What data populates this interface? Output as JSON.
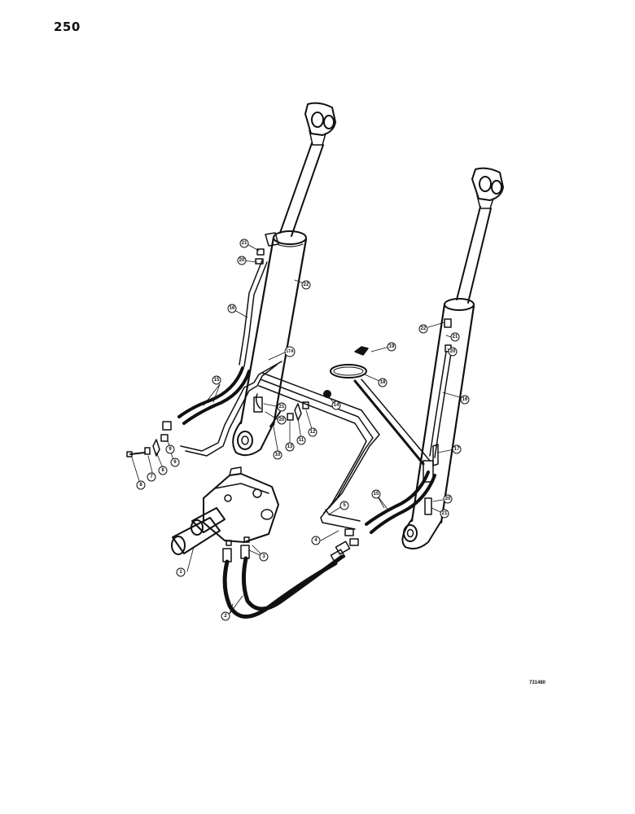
{
  "page_number": "250",
  "figure_code": "731480",
  "callouts": [
    {
      "id": "c1",
      "label": "1"
    },
    {
      "id": "c2",
      "label": "2"
    },
    {
      "id": "c3",
      "label": "3"
    },
    {
      "id": "c4",
      "label": "4"
    },
    {
      "id": "c5",
      "label": "5"
    },
    {
      "id": "c6",
      "label": "6"
    },
    {
      "id": "c7",
      "label": "7"
    },
    {
      "id": "c8a",
      "label": "8"
    },
    {
      "id": "c8b",
      "label": "8"
    },
    {
      "id": "c9",
      "label": "9"
    },
    {
      "id": "c10",
      "label": "10"
    },
    {
      "id": "c11",
      "label": "11"
    },
    {
      "id": "c12",
      "label": "12"
    },
    {
      "id": "c13",
      "label": "13"
    },
    {
      "id": "c14",
      "label": "14"
    },
    {
      "id": "c15a",
      "label": "15"
    },
    {
      "id": "c15b",
      "label": "15"
    },
    {
      "id": "c16a",
      "label": "16"
    },
    {
      "id": "c16b",
      "label": "16"
    },
    {
      "id": "c17",
      "label": "17"
    },
    {
      "id": "c17a",
      "label": "17A"
    },
    {
      "id": "c18",
      "label": "18"
    },
    {
      "id": "c19",
      "label": "19"
    },
    {
      "id": "c20a",
      "label": "20"
    },
    {
      "id": "c20b",
      "label": "20"
    },
    {
      "id": "c20c",
      "label": "20"
    },
    {
      "id": "c20d",
      "label": "20"
    },
    {
      "id": "c21a",
      "label": "21"
    },
    {
      "id": "c21b",
      "label": "21"
    },
    {
      "id": "c21c",
      "label": "21"
    },
    {
      "id": "c21d",
      "label": "21"
    },
    {
      "id": "c22a",
      "label": "22"
    },
    {
      "id": "c22b",
      "label": "22"
    }
  ]
}
